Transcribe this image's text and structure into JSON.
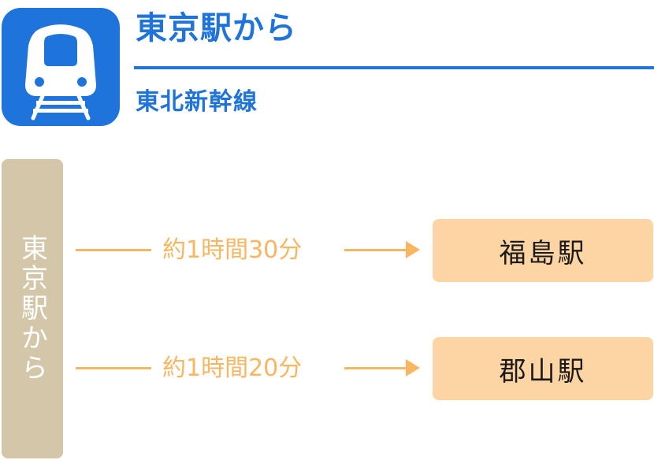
{
  "header": {
    "icon": "train-front-icon",
    "title": "東京駅から",
    "subtitle": "東北新幹線"
  },
  "origin": {
    "label": "東京駅から"
  },
  "routes": [
    {
      "duration": "約1時間30分",
      "destination": "福島駅"
    },
    {
      "duration": "約1時間20分",
      "destination": "郡山駅"
    }
  ],
  "colors": {
    "accent": "#1f74dc",
    "origin_bar": "#d4c6a9",
    "arrow": "#f8b660",
    "destination_bg": "#fdd4a3"
  }
}
